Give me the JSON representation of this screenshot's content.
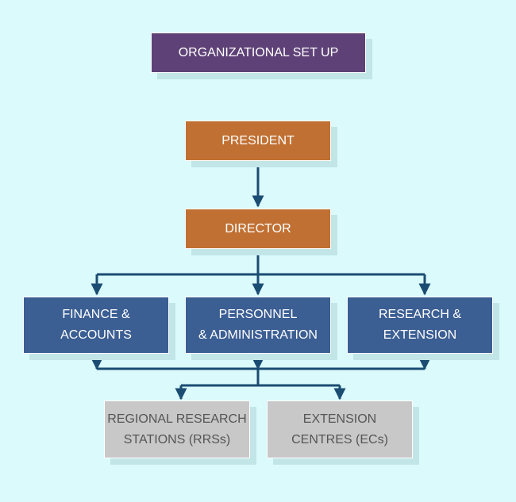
{
  "title": "ORGANIZATIONAL SET UP",
  "nodes": {
    "president": "PRESIDENT",
    "director": "DIRECTOR",
    "finance": "FINANCE &\nACCOUNTS",
    "personnel": "PERSONNEL\n& ADMINISTRATION",
    "research": "RESEARCH &\nEXTENSION",
    "rrs": "REGIONAL RESEARCH\nSTATIONS (RRSs)",
    "ecs": "EXTENSION\nCENTRES (ECs)"
  },
  "colors": {
    "background": "#dafafc",
    "title_box": "#5e4277",
    "executive_box": "#c07032",
    "department_box": "#3b5e93",
    "unit_box": "#c8c8c8",
    "connector": "#1b4c72"
  }
}
